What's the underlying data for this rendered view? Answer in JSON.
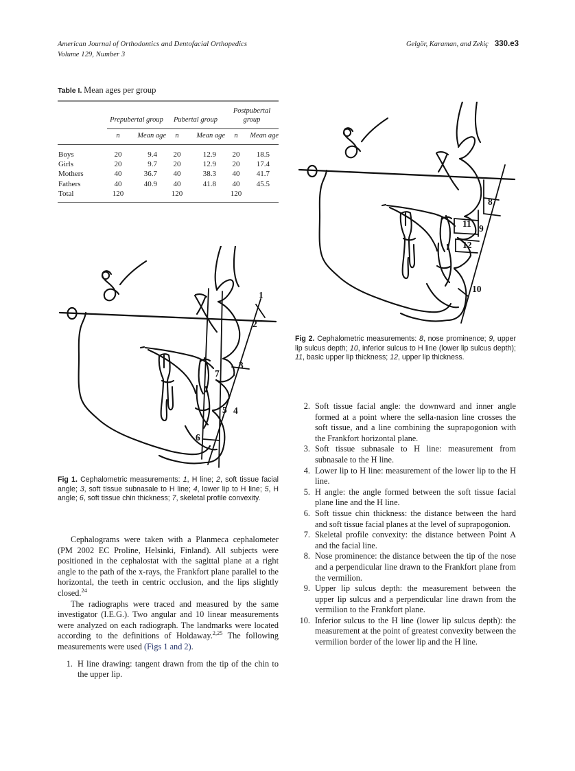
{
  "running_head": {
    "journal": "American Journal of Orthodontics and Dentofacial Orthopedics",
    "volume_issue": "Volume 129, Number 3",
    "authors": "Gelgör, Karaman, and Zekiç",
    "page": "330.e3"
  },
  "table": {
    "label": "Table I.",
    "title": "Mean ages per group",
    "group_headers": [
      "Prepubertal group",
      "Pubertal group",
      "Postpubertal group"
    ],
    "sub_headers": [
      "n",
      "Mean age"
    ],
    "row_label_header": "",
    "rows": [
      {
        "label": "Boys",
        "cells": [
          "20",
          "9.4",
          "20",
          "12.9",
          "20",
          "18.5"
        ]
      },
      {
        "label": "Girls",
        "cells": [
          "20",
          "9.7",
          "20",
          "12.9",
          "20",
          "17.4"
        ]
      },
      {
        "label": "Mothers",
        "cells": [
          "40",
          "36.7",
          "40",
          "38.3",
          "40",
          "41.7"
        ]
      },
      {
        "label": "Fathers",
        "cells": [
          "40",
          "40.9",
          "40",
          "41.8",
          "40",
          "45.5"
        ]
      },
      {
        "label": "Total",
        "cells": [
          "120",
          "",
          "120",
          "",
          "120",
          ""
        ]
      }
    ]
  },
  "figures": {
    "fig1": {
      "label": "Fig 1.",
      "caption_text": "Cephalometric measurements: 1, H line; 2, soft tissue facial angle; 3, soft tissue subnasale to H line; 4, lower lip to H line; 5, H angle; 6, soft tissue chin thickness; 7, skeletal profile convexity.",
      "markers": [
        "1",
        "2",
        "3",
        "4",
        "5",
        "6",
        "7"
      ],
      "alt": "Hand-drawn lateral cephalometric tracing showing skeletal and soft tissue profile with seven numbered measurement annotations"
    },
    "fig2": {
      "label": "Fig 2.",
      "caption_text": "Cephalometric measurements: 8, nose prominence; 9, upper lip sulcus depth; 10, inferior sulcus to H line (lower lip sulcus depth); 11, basic upper lip thickness; 12, upper lip thickness.",
      "markers": [
        "8",
        "9",
        "10",
        "11",
        "12"
      ],
      "alt": "Hand-drawn lateral cephalometric tracing showing lip and nose soft tissue measurements with five numbered annotations"
    }
  },
  "body": {
    "para1": "Cephalograms were taken with a Planmeca cephalometer (PM 2002 EC Proline, Helsinki, Finland). All subjects were positioned in the cephalostat with the sagittal plane at a right angle to the path of the x-rays, the Frankfort plane parallel to the horizontal, the teeth in centric occlusion, and the lips slightly closed.",
    "para1_sup": "24",
    "para2_a": "The radiographs were traced and measured by the same investigator (I.E.G.). Two angular and 10 linear measurements were analyzed on each radiograph. The landmarks were located according to the definitions of Holdaway.",
    "para2_sup": "2,25",
    "para2_b": " The following measurements were used ",
    "para2_xref": "(Figs 1 and 2)",
    "para2_end": "."
  },
  "measurements": [
    {
      "num": "1.",
      "text": "H line drawing: tangent drawn from the tip of the chin to the upper lip."
    },
    {
      "num": "2.",
      "text": "Soft tissue facial angle: the downward and inner angle formed at a point where the sella-nasion line crosses the soft tissue, and a line combining the suprapogonion with the Frankfort horizontal plane."
    },
    {
      "num": "3.",
      "text": "Soft tissue subnasale to H line: measurement from subnasale to the H line."
    },
    {
      "num": "4.",
      "text": "Lower lip to H line: measurement of the lower lip to the H line."
    },
    {
      "num": "5.",
      "text": "H angle: the angle formed between the soft tissue facial plane line and the H line."
    },
    {
      "num": "6.",
      "text": "Soft tissue chin thickness: the distance between the hard and soft tissue facial planes at the level of suprapogonion."
    },
    {
      "num": "7.",
      "text": "Skeletal profile convexity: the distance between Point A and the facial line."
    },
    {
      "num": "8.",
      "text": "Nose prominence: the distance between the tip of the nose and a perpendicular line drawn to the Frankfort plane from the vermilion."
    },
    {
      "num": "9.",
      "text": "Upper lip sulcus depth: the measurement between the upper lip sulcus and a perpendicular line drawn from the vermilion to the Frankfort plane."
    },
    {
      "num": "10.",
      "text": "Inferior sulcus to the H line (lower lip sulcus depth): the measurement at the point of greatest convexity between the vermilion border of the lower lip and the H line."
    }
  ],
  "colors": {
    "text": "#1a1a1a",
    "xref_link": "#25356b",
    "rule": "#3a3a3a",
    "rule_heavy": "#8a8a8a",
    "ink": "#111111"
  }
}
